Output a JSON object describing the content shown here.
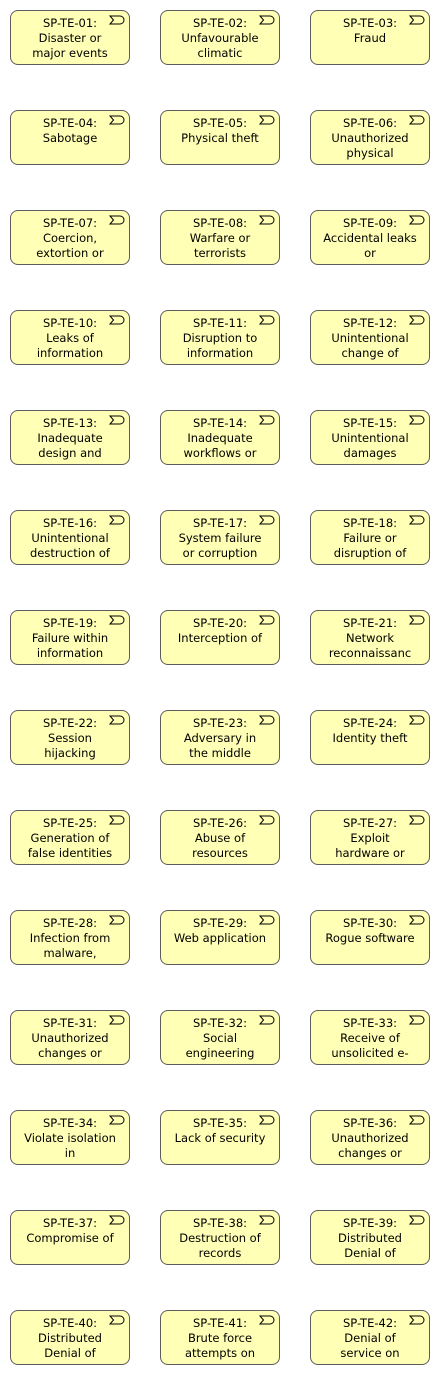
{
  "diagram": {
    "columns": 3,
    "node_icon": "event-icon",
    "colors": {
      "fill": "#ffffb5",
      "border": "#5c5c5c",
      "text": "#000000"
    },
    "nodes": [
      {
        "id": "SP-TE-01:",
        "label": "Disaster or major events"
      },
      {
        "id": "SP-TE-02:",
        "label": "Unfavourable climatic"
      },
      {
        "id": "SP-TE-03:",
        "label": "Fraud"
      },
      {
        "id": "SP-TE-04:",
        "label": "Sabotage"
      },
      {
        "id": "SP-TE-05:",
        "label": "Physical theft"
      },
      {
        "id": "SP-TE-06:",
        "label": "Unauthorized physical"
      },
      {
        "id": "SP-TE-07:",
        "label": "Coercion, extortion or"
      },
      {
        "id": "SP-TE-08:",
        "label": "Warfare or terrorists"
      },
      {
        "id": "SP-TE-09:",
        "label": "Accidental leaks or"
      },
      {
        "id": "SP-TE-10:",
        "label": "Leaks of information"
      },
      {
        "id": "SP-TE-11:",
        "label": "Disruption to information"
      },
      {
        "id": "SP-TE-12:",
        "label": "Unintentional change of"
      },
      {
        "id": "SP-TE-13:",
        "label": "Inadequate design and"
      },
      {
        "id": "SP-TE-14:",
        "label": "Inadequate workflows or"
      },
      {
        "id": "SP-TE-15:",
        "label": "Unintentional damages"
      },
      {
        "id": "SP-TE-16:",
        "label": "Unintentional destruction of"
      },
      {
        "id": "SP-TE-17:",
        "label": "System failure or corruption"
      },
      {
        "id": "SP-TE-18:",
        "label": "Failure or disruption of"
      },
      {
        "id": "SP-TE-19:",
        "label": "Failure within information"
      },
      {
        "id": "SP-TE-20:",
        "label": "Interception of"
      },
      {
        "id": "SP-TE-21:",
        "label": "Network reconnaissanc"
      },
      {
        "id": "SP-TE-22:",
        "label": "Session hijacking"
      },
      {
        "id": "SP-TE-23:",
        "label": "Adversary in the middle"
      },
      {
        "id": "SP-TE-24:",
        "label": "Identity theft"
      },
      {
        "id": "SP-TE-25:",
        "label": "Generation of false identities"
      },
      {
        "id": "SP-TE-26:",
        "label": "Abuse of resources"
      },
      {
        "id": "SP-TE-27:",
        "label": "Exploit hardware or"
      },
      {
        "id": "SP-TE-28:",
        "label": "Infection from malware,"
      },
      {
        "id": "SP-TE-29:",
        "label": "Web application"
      },
      {
        "id": "SP-TE-30:",
        "label": "Rogue software"
      },
      {
        "id": "SP-TE-31:",
        "label": "Unauthorized changes or"
      },
      {
        "id": "SP-TE-32:",
        "label": "Social engineering"
      },
      {
        "id": "SP-TE-33:",
        "label": "Receive of unsolicited e-"
      },
      {
        "id": "SP-TE-34:",
        "label": "Violate isolation in"
      },
      {
        "id": "SP-TE-35:",
        "label": "Lack of security"
      },
      {
        "id": "SP-TE-36:",
        "label": "Unauthorized changes or"
      },
      {
        "id": "SP-TE-37:",
        "label": "Compromise of"
      },
      {
        "id": "SP-TE-38:",
        "label": "Destruction of records"
      },
      {
        "id": "SP-TE-39:",
        "label": "Distributed Denial of"
      },
      {
        "id": "SP-TE-40:",
        "label": "Distributed Denial of"
      },
      {
        "id": "SP-TE-41:",
        "label": "Brute force attempts on"
      },
      {
        "id": "SP-TE-42:",
        "label": "Denial of service on"
      }
    ]
  }
}
